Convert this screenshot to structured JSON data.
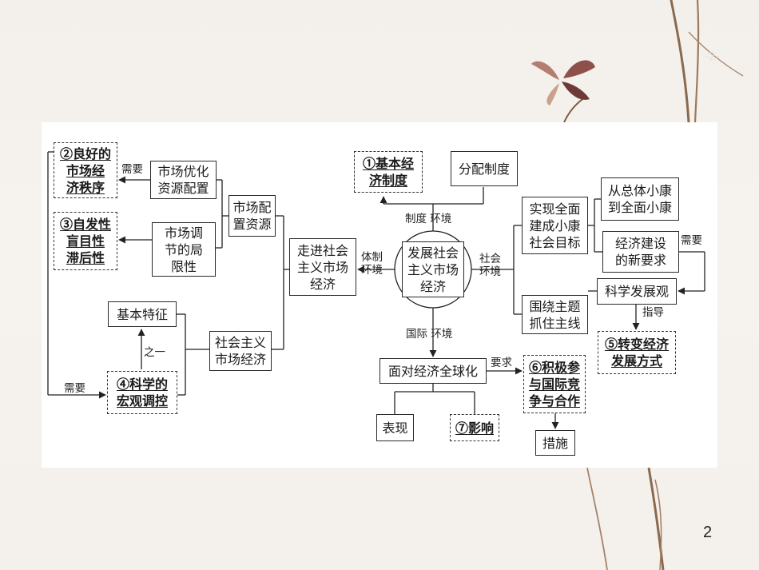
{
  "corner_label": "-2-",
  "page_number": "2",
  "center": "发展社会\n主义市场\n经济",
  "nodes": {
    "n1": "①基本经\n济制度",
    "fenpei": "分配制度",
    "n2": "②良好的\n市场经\n济秩序",
    "youhua": "市场优化\n资源配置",
    "peizhi": "市场配\n置资源",
    "n3": "③自发性\n盲目性\n滞后性",
    "jubu": "市场调\n节的局\n限性",
    "zoujin": "走进社会\n主义市场\n经济",
    "tezheng": "基本特征",
    "shehui": "社会主义\n市场经济",
    "n4": "④科学的\n宏观调控",
    "quanqiu": "面对经济全球化",
    "biaoxian": "表现",
    "n7": "⑦影响",
    "n6": "⑥积极参\n与国际竞\n争与合作",
    "cuoshi": "措施",
    "xiaokang": "实现全面\n建成小康\n社会目标",
    "congzong": "从总体小康\n到全面小康",
    "xinyaoqiu": "经济建设\n的新要求",
    "kexue": "科学发展观",
    "zhuti": "围绕主题\n抓住主线",
    "n5": "⑤转变经济\n发展方式"
  },
  "labels": {
    "xuyao1": "需要",
    "xuyao2": "需要",
    "xuyao3": "需要",
    "zhidu": "制度 环境",
    "tizhi": "体制\n环境",
    "shehuihj": "社会\n环境",
    "guoji": "国际 环境",
    "zhiyi": "之一",
    "yaoqiu": "要求",
    "zhidao": "指导"
  }
}
